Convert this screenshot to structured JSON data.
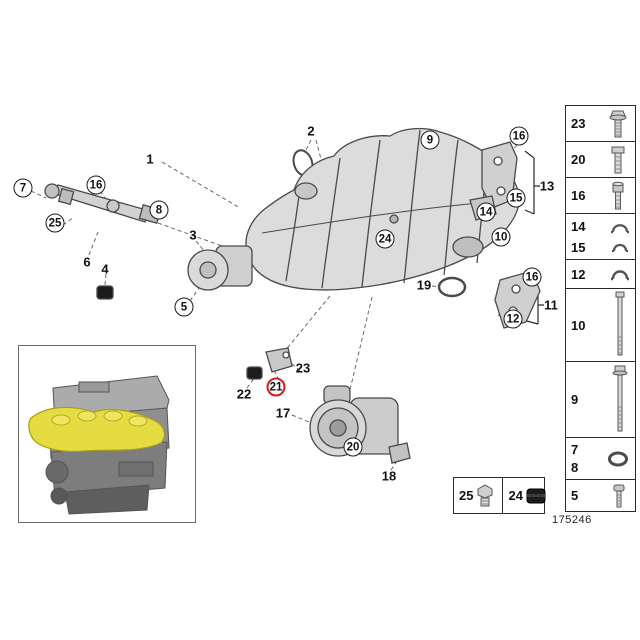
{
  "page": {
    "background_color": "#ffffff",
    "part_number": "175246"
  },
  "colors": {
    "line": "#4a4a4a",
    "part_fill": "#d9d9d9",
    "highlight_circle_red": "#d11f1f",
    "manifold_highlight_yellow": "#e4dc40"
  },
  "callouts": [
    {
      "label": "1",
      "style": "plain"
    },
    {
      "label": "2",
      "style": "plain"
    },
    {
      "label": "9",
      "style": "circled"
    },
    {
      "label": "16",
      "style": "circled"
    },
    {
      "label": "13",
      "style": "plain"
    },
    {
      "label": "15",
      "style": "circled"
    },
    {
      "label": "14",
      "style": "circled"
    },
    {
      "label": "10",
      "style": "circled"
    },
    {
      "label": "16",
      "style": "circled"
    },
    {
      "label": "11",
      "style": "plain"
    },
    {
      "label": "12",
      "style": "circled"
    },
    {
      "label": "7",
      "style": "circled"
    },
    {
      "label": "16",
      "style": "circled"
    },
    {
      "label": "25",
      "style": "circled"
    },
    {
      "label": "8",
      "style": "circled"
    },
    {
      "label": "6",
      "style": "plain"
    },
    {
      "label": "3",
      "style": "plain"
    },
    {
      "label": "4",
      "style": "plain"
    },
    {
      "label": "5",
      "style": "circled"
    },
    {
      "label": "24",
      "style": "circled"
    },
    {
      "label": "19",
      "style": "plain"
    },
    {
      "label": "22",
      "style": "plain"
    },
    {
      "label": "21",
      "style": "circled-red"
    },
    {
      "label": "23",
      "style": "plain"
    },
    {
      "label": "17",
      "style": "plain"
    },
    {
      "label": "20",
      "style": "circled"
    },
    {
      "label": "18",
      "style": "plain"
    }
  ],
  "sidebar": {
    "items": [
      {
        "labels": [
          "23"
        ],
        "icon": "flange-bolt-icon"
      },
      {
        "labels": [
          "20"
        ],
        "icon": "hex-bolt-icon"
      },
      {
        "labels": [
          "16"
        ],
        "icon": "socket-head-screw-icon"
      },
      {
        "labels": [
          "14",
          "15"
        ],
        "icon": "hose-clamp-icon"
      },
      {
        "labels": [
          "12"
        ],
        "icon": "retaining-clamp-icon"
      },
      {
        "labels": [
          "10"
        ],
        "icon": "long-stud-bolt-icon"
      },
      {
        "labels": [
          "9"
        ],
        "icon": "long-hex-bolt-icon"
      },
      {
        "labels": [
          "7",
          "8"
        ],
        "icon": "o-ring-icon"
      },
      {
        "labels": [
          "5"
        ],
        "icon": "machine-screw-icon"
      }
    ]
  },
  "legend_box": {
    "items": [
      {
        "label": "25",
        "icon": "screw-plug-icon"
      },
      {
        "label": "24",
        "icon": "rubber-grommet-icon"
      }
    ]
  },
  "inset": {
    "icon": "engine-with-highlighted-manifold-thumbnail"
  }
}
